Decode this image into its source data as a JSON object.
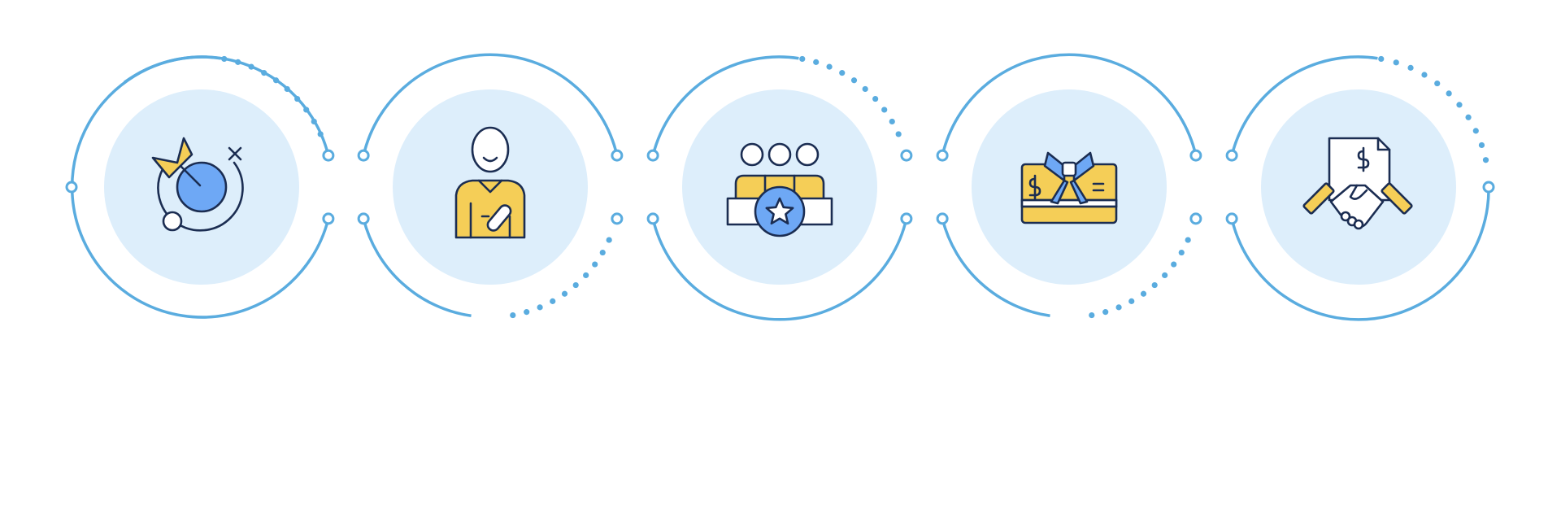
{
  "colors": {
    "background": "#ffffff",
    "ring": "#5aacdf",
    "disc": "#ddeefb",
    "stroke": "#1b2d52",
    "yellow": "#f5ce57",
    "blue": "#6ea8f5"
  },
  "steps": [
    {
      "name": "target-goal",
      "icon": "target-arrow-icon"
    },
    {
      "name": "employee",
      "icon": "person-hand-on-chest-icon"
    },
    {
      "name": "team-rating",
      "icon": "team-star-badge-icon"
    },
    {
      "name": "gift-card",
      "icon": "gift-card-bow-icon"
    },
    {
      "name": "contract-deal",
      "icon": "handshake-contract-icon"
    }
  ]
}
